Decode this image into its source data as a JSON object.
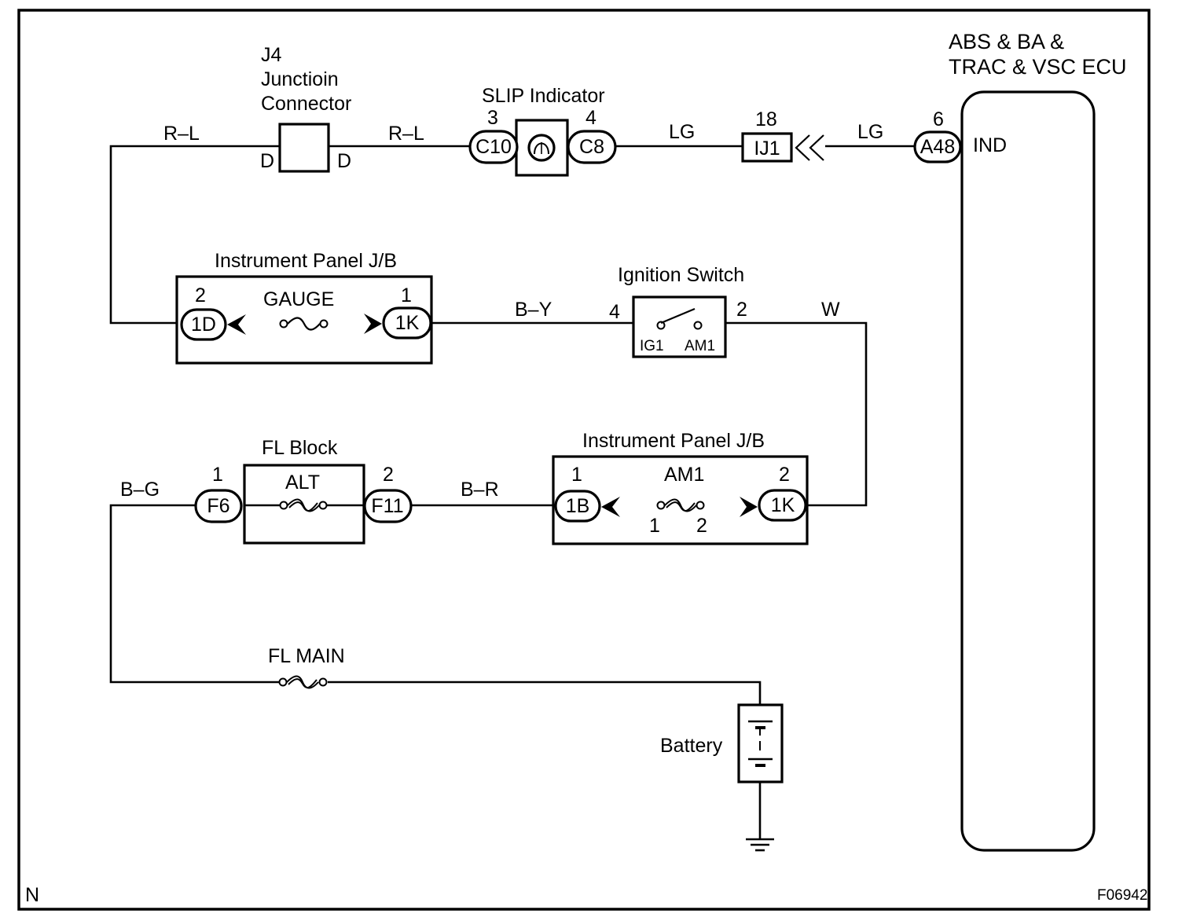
{
  "code": "F06942",
  "corner_mark": "N",
  "ecu": {
    "title_1": "ABS & BA &",
    "title_2": "TRAC & VSC ECU",
    "pin": "6",
    "connector": "A48",
    "terminal": "IND"
  },
  "j4": {
    "title_1": "J4",
    "title_2": "Junctioin",
    "title_3": "Connector",
    "pin_left": "D",
    "pin_right": "D"
  },
  "slip": {
    "title": "SLIP Indicator",
    "pin_left": "3",
    "connector_left": "C10",
    "pin_right": "4",
    "connector_right": "C8"
  },
  "ij1": {
    "pin": "18",
    "connector": "IJ1"
  },
  "ip_jb_top": {
    "title": "Instrument Panel J/B",
    "pin_left": "2",
    "connector_left": "1D",
    "fuse": "GAUGE",
    "pin_right": "1",
    "connector_right": "1K"
  },
  "ignition": {
    "title": "Ignition Switch",
    "pin_left": "4",
    "pin_right": "2",
    "term_left": "IG1",
    "term_right": "AM1"
  },
  "ip_jb_bottom": {
    "title": "Instrument Panel J/B",
    "pin_left": "1",
    "connector_left": "1B",
    "fuse": "AM1",
    "fuse_pin_left": "1",
    "fuse_pin_right": "2",
    "pin_right": "2",
    "connector_right": "1K"
  },
  "fl_block": {
    "title": "FL Block",
    "pin_left": "1",
    "connector_left": "F6",
    "fuse": "ALT",
    "pin_right": "2",
    "connector_right": "F11"
  },
  "fl_main": {
    "label": "FL MAIN"
  },
  "battery": {
    "label": "Battery"
  },
  "wires": {
    "rl_left": "R–L",
    "rl_right": "R–L",
    "lg_left": "LG",
    "lg_right": "LG",
    "by": "B–Y",
    "w": "W",
    "bg": "B–G",
    "br": "B–R"
  }
}
